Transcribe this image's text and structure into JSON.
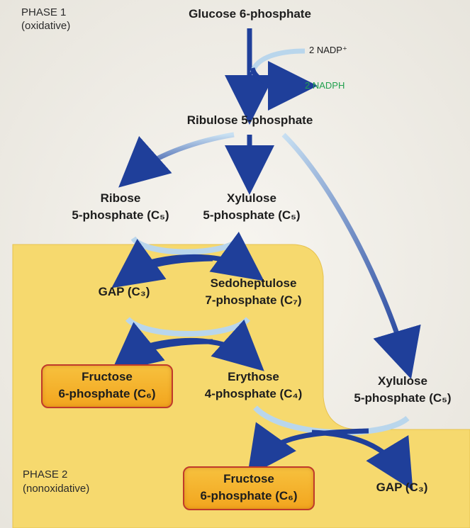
{
  "phase1": {
    "title": "PHASE 1",
    "subtitle": "(oxidative)"
  },
  "phase2": {
    "title": "PHASE 2",
    "subtitle": "(nonoxidative)"
  },
  "nodes": {
    "glucose6p": "Glucose 6-phosphate",
    "nadp": "2 NADP⁺",
    "nadph": "2 NADPH",
    "ribulose5p": "Ribulose 5-phosphate",
    "ribose5p": [
      "Ribose",
      "5-phosphate (C₅)"
    ],
    "xylulose5p_a": [
      "Xylulose",
      "5-phosphate (C₅)"
    ],
    "gap_a": "GAP (C₃)",
    "sedoheptulose7p": [
      "Sedoheptulose",
      "7-phosphate (C₇)"
    ],
    "fructose6p_a": [
      "Fructose",
      "6-phosphate (C₆)"
    ],
    "erythrose4p": [
      "Erythose",
      "4-phosphate (C₄)"
    ],
    "xylulose5p_b": [
      "Xylulose",
      "5-phosphate (C₅)"
    ],
    "fructose6p_b": [
      "Fructose",
      "6-phosphate (C₆)"
    ],
    "gap_b": "GAP (C₃)"
  },
  "colors": {
    "phase2_region": "#f6d96e",
    "arrow_dark": "#1f3f9a",
    "arrow_light": "#b9d6ec",
    "product_box": "#f3b02a",
    "product_border": "#c0392b",
    "nadph_text": "#21a04e"
  }
}
